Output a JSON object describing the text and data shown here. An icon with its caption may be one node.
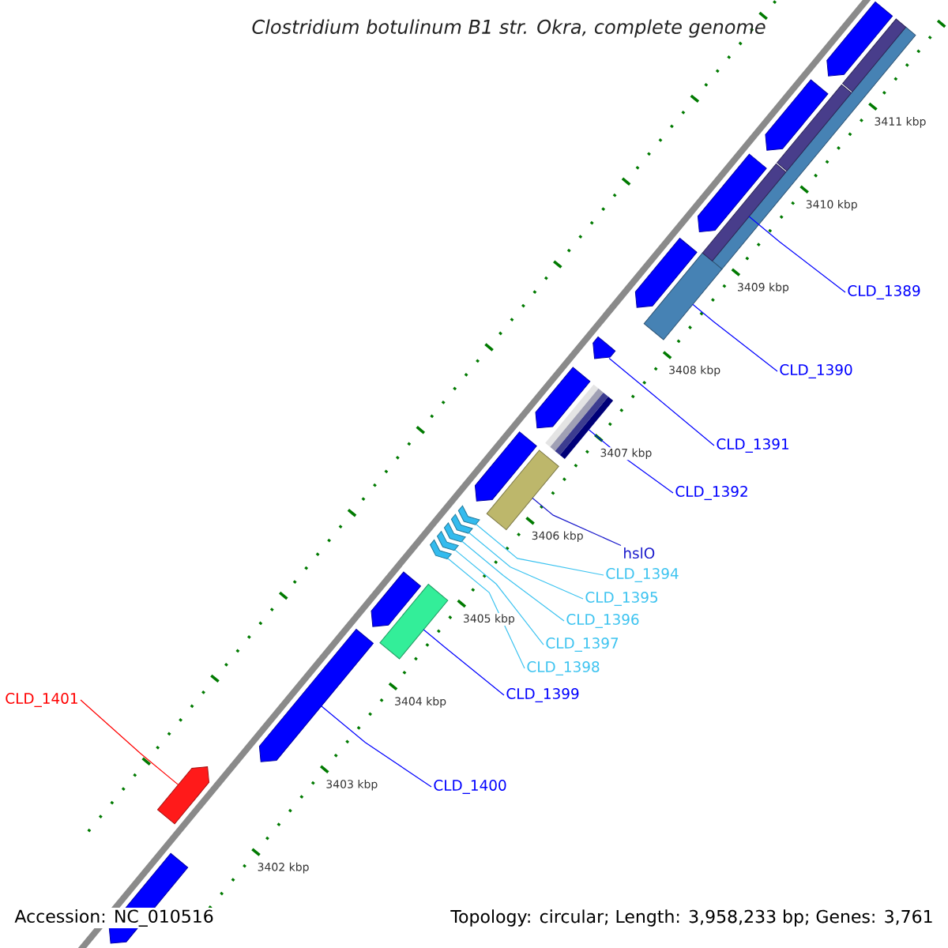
{
  "diagram": {
    "title": "Clostridium botulinum B1 str. Okra, complete genome",
    "nodes": [
      {
        "text": [
          "CLD_1389"
        ]
      },
      {
        "text": [
          "CLD_1390"
        ]
      },
      {
        "text": [
          "CLD_1391"
        ]
      },
      {
        "text": [
          "CLD_1392"
        ]
      },
      {
        "text": [
          "hslO"
        ]
      },
      {
        "text": [
          "CLD_1394"
        ]
      },
      {
        "text": [
          "CLD_1395"
        ]
      },
      {
        "text": [
          "CLD_1396"
        ]
      },
      {
        "text": [
          "CLD_1397"
        ]
      },
      {
        "text": [
          "CLD_1398"
        ]
      },
      {
        "text": [
          "CLD_1399"
        ]
      },
      {
        "text": [
          "CLD_1400"
        ]
      },
      {
        "text": [
          "CLD_1401"
        ]
      },
      {
        "text": [],
        "shape": "bar"
      },
      {
        "text": [],
        "shape": "bar"
      },
      {
        "text": [],
        "shape": "arrow"
      },
      {
        "text": [],
        "shape": "bar"
      },
      {
        "text": [],
        "shape": "bar"
      },
      {
        "text": [],
        "shape": "chevron"
      },
      {
        "text": [],
        "shape": "chevron"
      },
      {
        "text": [],
        "shape": "chevron"
      },
      {
        "text": [],
        "shape": "chevron"
      },
      {
        "text": [],
        "shape": "chevron"
      },
      {
        "text": [],
        "shape": "bar"
      },
      {
        "text": [],
        "shape": "arrow"
      },
      {
        "text": [],
        "shape": "arrow"
      },
      {
        "text": [],
        "shape": "bar"
      },
      {
        "text": [],
        "shape": "bar"
      },
      {
        "text": [],
        "shape": "arrow"
      },
      {
        "text": [],
        "shape": "arrow"
      },
      {
        "text": [],
        "shape": "arrow"
      },
      {
        "text": [],
        "shape": "arrow"
      },
      {
        "text": [],
        "shape": "arrow"
      },
      {
        "text": [],
        "shape": "arrow"
      },
      {
        "text": [],
        "shape": "arrow"
      },
      {
        "text": [],
        "shape": "arrow"
      }
    ],
    "edges": [
      {
        "from": 0,
        "to": 13,
        "arrow": "none"
      },
      {
        "from": 1,
        "to": 14,
        "arrow": "none"
      },
      {
        "from": 2,
        "to": 15,
        "arrow": "none"
      },
      {
        "from": 3,
        "to": 16,
        "arrow": "none"
      },
      {
        "from": 4,
        "to": 17,
        "arrow": "none",
        "color": "#1a1acc"
      },
      {
        "from": 5,
        "to": 18,
        "arrow": "none",
        "color": "#3cc3f0"
      },
      {
        "from": 6,
        "to": 19,
        "arrow": "none",
        "color": "#3cc3f0"
      },
      {
        "from": 7,
        "to": 20,
        "arrow": "none",
        "color": "#3cc3f0"
      },
      {
        "from": 8,
        "to": 21,
        "arrow": "none",
        "color": "#3cc3f0"
      },
      {
        "from": 9,
        "to": 22,
        "arrow": "none",
        "color": "#3cc3f0"
      },
      {
        "from": 10,
        "to": 23,
        "arrow": "none"
      },
      {
        "from": 11,
        "to": 24,
        "arrow": "none"
      },
      {
        "from": 12,
        "to": 25,
        "arrow": "none",
        "color": "#ff0000"
      }
    ],
    "labels": [
      "3411 kbp",
      "3410 kbp",
      "3409 kbp",
      "3408 kbp",
      "3407 kbp",
      "3406 kbp",
      "3405 kbp",
      "3404 kbp",
      "3403 kbp",
      "3402 kbp",
      "Accession: NC_010516",
      "Topology: circular; Length: 3,958,233 bp; Genes: 3,761"
    ]
  }
}
